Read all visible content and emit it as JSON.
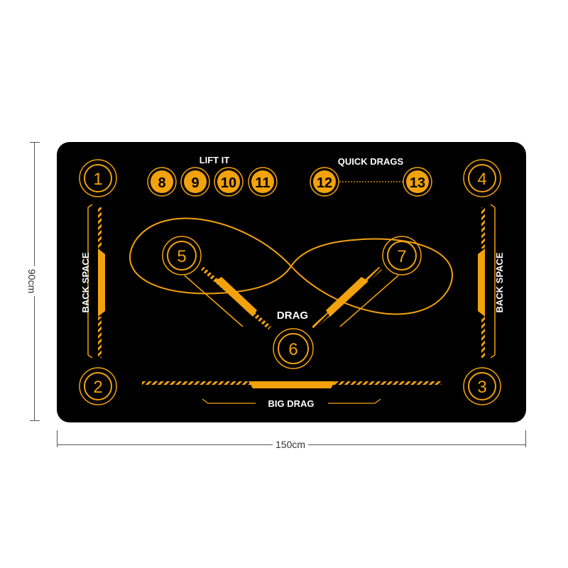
{
  "dimensions": {
    "width_label": "150cm",
    "height_label": "90cm"
  },
  "colors": {
    "accent": "#F2A20C",
    "mat": "#000000",
    "text": "#FFFFFF"
  },
  "labels": {
    "lift_it": "LIFT IT",
    "quick_drags": "QUICK DRAGS",
    "back_space_left": "BACK SPACE",
    "back_space_right": "BACK SPACE",
    "drag": "DRAG",
    "big_drag": "BIG DRAG"
  },
  "corner_targets": {
    "top_left": "1",
    "bottom_left": "2",
    "bottom_right": "3",
    "top_right": "4"
  },
  "lift_targets": [
    "8",
    "9",
    "10",
    "11"
  ],
  "quick_drag_targets": {
    "start": "12",
    "end": "13"
  },
  "drag_targets": {
    "left": "5",
    "bottom": "6",
    "right": "7"
  }
}
